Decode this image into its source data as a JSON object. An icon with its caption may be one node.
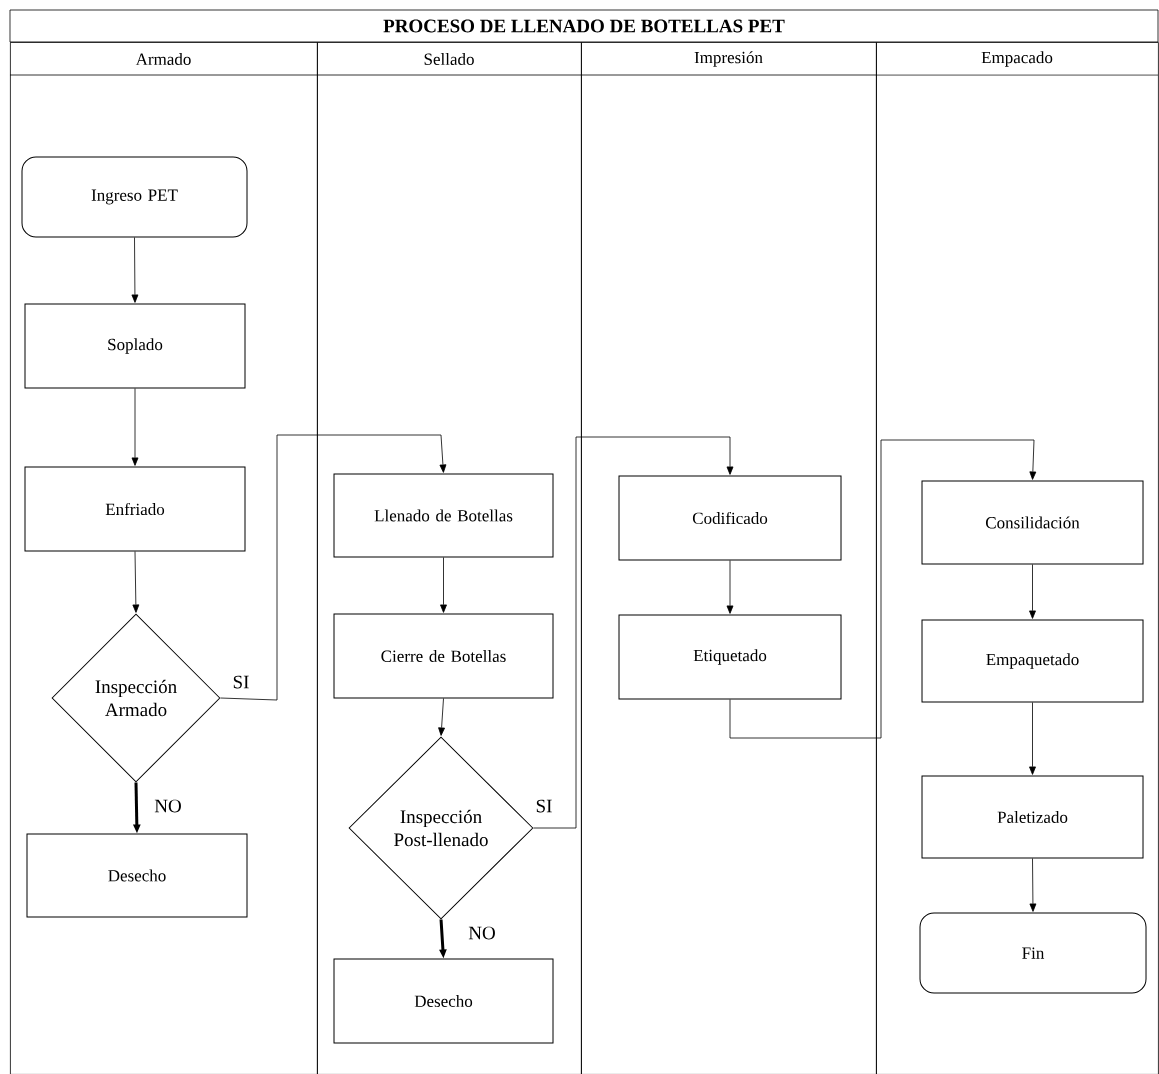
{
  "diagram": {
    "title": "PROCESO DE LLENADO DE BOTELLAS PET",
    "nodes": [
      {
        "text": [
          "Armado"
        ]
      },
      {
        "text": [
          "Sellado"
        ]
      },
      {
        "text": [
          "Impresión"
        ]
      },
      {
        "text": [
          "Empacado"
        ]
      },
      {
        "text": [
          "Ingreso PET"
        ],
        "in": 0
      },
      {
        "text": [
          "Soplado"
        ],
        "in": 0
      },
      {
        "text": [
          "Enfriado"
        ],
        "in": 0
      },
      {
        "text": [
          "Inspección Armado"
        ],
        "in": 0
      },
      {
        "text": [
          "Desecho"
        ],
        "in": 0
      },
      {
        "text": [
          "Llenado de Botellas"
        ],
        "in": 1
      },
      {
        "text": [
          "Cierre de Botellas"
        ],
        "in": 1
      },
      {
        "text": [
          "Inspección Post-llenado"
        ],
        "in": 1
      },
      {
        "text": [
          "Desecho"
        ],
        "in": 1
      },
      {
        "text": [
          "Codificado"
        ],
        "in": 2
      },
      {
        "text": [
          "Etiquetado"
        ],
        "in": 2
      },
      {
        "text": [
          "Consilidación"
        ],
        "in": 3
      },
      {
        "text": [
          "Empaquetado"
        ],
        "in": 3
      },
      {
        "text": [
          "Paletizado"
        ],
        "in": 3
      },
      {
        "text": [
          "Fin"
        ],
        "in": 3
      }
    ],
    "edges": [
      {
        "from": 4,
        "to": 5,
        "arrow": "to"
      },
      {
        "from": 5,
        "to": 6,
        "arrow": "to"
      },
      {
        "from": 6,
        "to": 7,
        "arrow": "to"
      },
      {
        "from": 7,
        "to": 9,
        "arrow": "to",
        "label": "SI"
      },
      {
        "from": 7,
        "to": 8,
        "arrow": "to",
        "label": "NO",
        "style": "thick"
      },
      {
        "from": 9,
        "to": 10,
        "arrow": "to"
      },
      {
        "from": 10,
        "to": 11,
        "arrow": "to"
      },
      {
        "from": 11,
        "to": 13,
        "arrow": "to",
        "label": "SI"
      },
      {
        "from": 11,
        "to": 12,
        "arrow": "to",
        "label": "NO",
        "style": "thick"
      },
      {
        "from": 13,
        "to": 14,
        "arrow": "to"
      },
      {
        "from": 14,
        "to": 15,
        "arrow": "to"
      },
      {
        "from": 15,
        "to": 16,
        "arrow": "to"
      },
      {
        "from": 16,
        "to": 17,
        "arrow": "to"
      },
      {
        "from": 17,
        "to": 18,
        "arrow": "to"
      }
    ]
  }
}
